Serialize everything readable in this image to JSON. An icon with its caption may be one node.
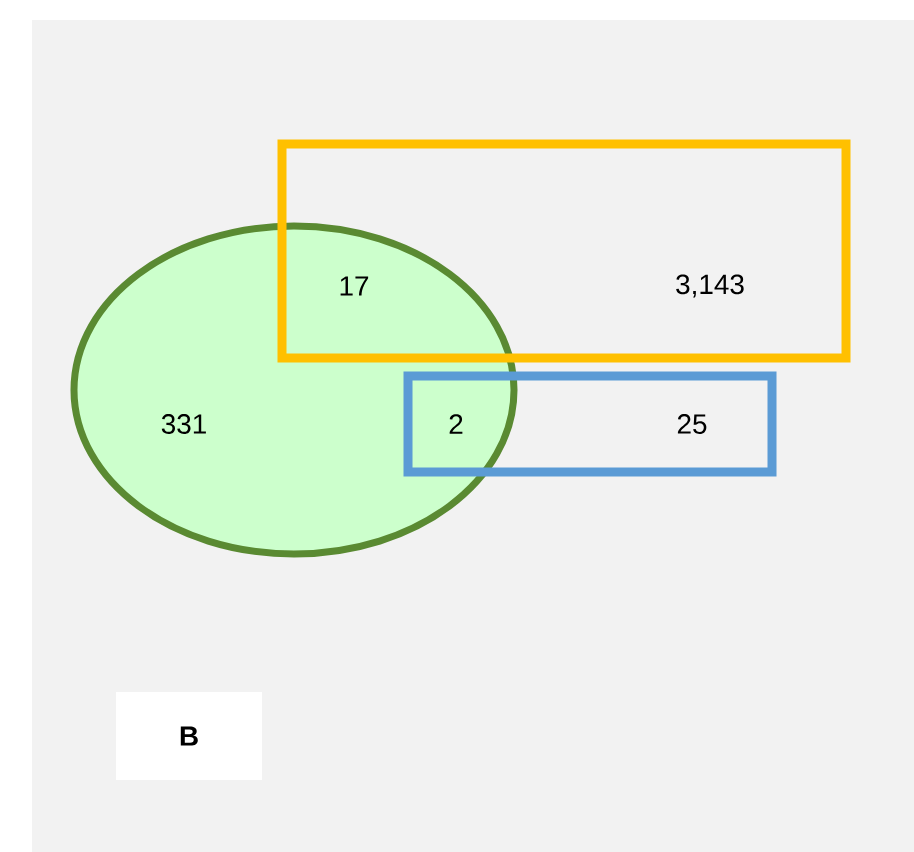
{
  "diagram": {
    "nodes": [
      {
        "text": [],
        "shape": "circle"
      },
      {
        "text": [],
        "shape": "box"
      },
      {
        "text": [],
        "shape": "box"
      },
      {
        "text": [
          "B"
        ]
      }
    ],
    "labels": [
      "17",
      "3,143",
      "331",
      "2",
      "25"
    ]
  }
}
